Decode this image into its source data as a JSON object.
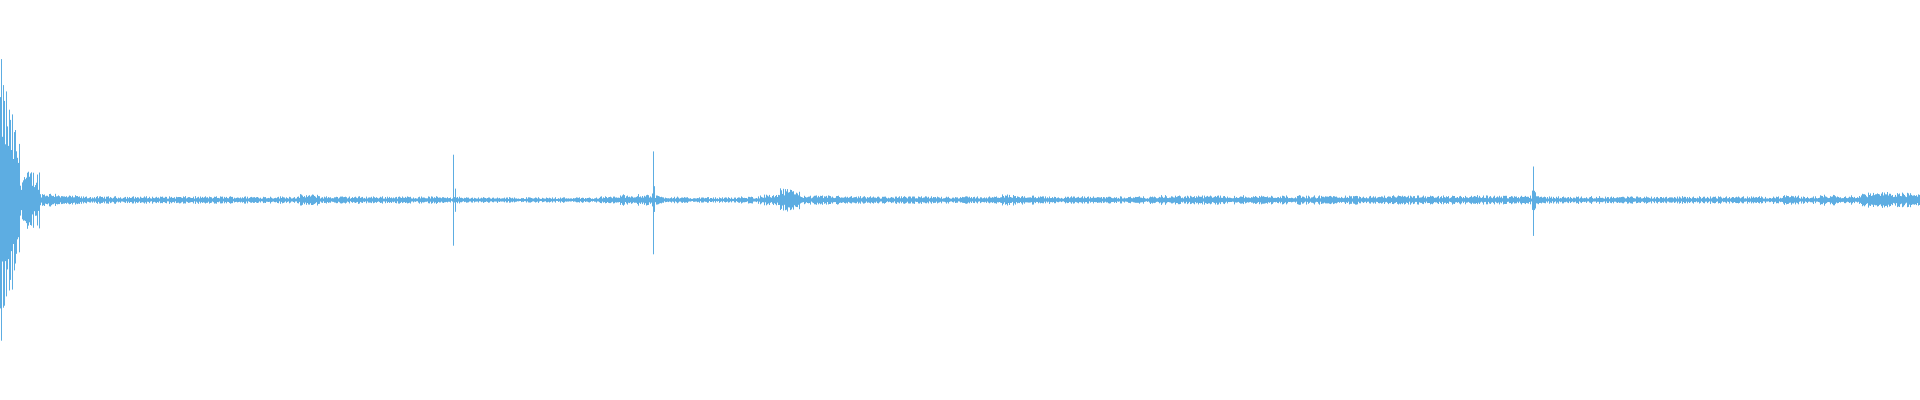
{
  "chart_data": {
    "type": "area",
    "subtype": "audio-waveform",
    "title": "",
    "xlabel": "",
    "ylabel": "",
    "ylim": [
      -1,
      1
    ],
    "grid": false,
    "legend": "none",
    "color": "#5DADE2",
    "amplitude_envelope": [
      0.74,
      0.16,
      0.04,
      0.025,
      0.02,
      0.02,
      0.02,
      0.02,
      0.02,
      0.02,
      0.02,
      0.02,
      0.02,
      0.02,
      0.02,
      0.03,
      0.02,
      0.02,
      0.02,
      0.02,
      0.02,
      0.02,
      0.25,
      0.015,
      0.015,
      0.015,
      0.015,
      0.015,
      0.015,
      0.015,
      0.02,
      0.03,
      0.28,
      0.02,
      0.015,
      0.015,
      0.015,
      0.02,
      0.03,
      0.06,
      0.025,
      0.025,
      0.02,
      0.02,
      0.02,
      0.02,
      0.02,
      0.02,
      0.02,
      0.02,
      0.03,
      0.025,
      0.02,
      0.02,
      0.02,
      0.02,
      0.02,
      0.02,
      0.025,
      0.025,
      0.025,
      0.025,
      0.025,
      0.025,
      0.025,
      0.025,
      0.025,
      0.025,
      0.025,
      0.025,
      0.025,
      0.025,
      0.025,
      0.025,
      0.025,
      0.025,
      0.19,
      0.02,
      0.02,
      0.02,
      0.02,
      0.02,
      0.02,
      0.02,
      0.02,
      0.02,
      0.02,
      0.02,
      0.02,
      0.025,
      0.02,
      0.03,
      0.025,
      0.04,
      0.045,
      0.04
    ]
  }
}
